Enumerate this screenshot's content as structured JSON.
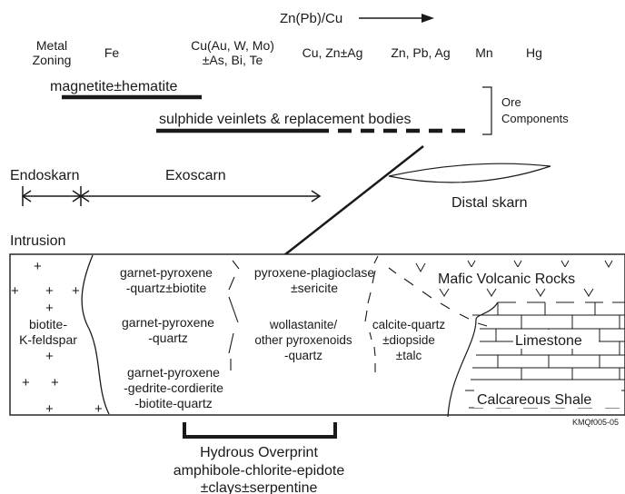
{
  "zoning": {
    "trend_label": "Zn(Pb)/Cu",
    "heading_line1": "Metal",
    "heading_line2": "Zoning",
    "fe": "Fe",
    "cu_group_line1": "Cu(Au, W, Mo)",
    "cu_group_line2": "±As, Bi, Te",
    "cu_zn_ag": "Cu, Zn±Ag",
    "zn_pb_ag": "Zn, Pb, Ag",
    "mn": "Mn",
    "hg": "Hg"
  },
  "ore": {
    "magnetite": "magnetite±hematite",
    "sulphide": "sulphide veinlets & replacement bodies",
    "components_line1": "Ore",
    "components_line2": "Components"
  },
  "zones": {
    "endoskarn": "Endoskarn",
    "exoscarn": "Exoscarn",
    "distal": "Distal skarn",
    "intrusion": "Intrusion"
  },
  "section": {
    "intrusion_l1": "biotite-",
    "intrusion_l2": "K-feldspar",
    "gp_qb_l1": "garnet-pyroxene",
    "gp_qb_l2": "-quartz±biotite",
    "gp_q_l1": "garnet-pyroxene",
    "gp_q_l2": "-quartz",
    "gp_gcb_l1": "garnet-pyroxene",
    "gp_gcb_l2": "-gedrite-cordierite",
    "gp_gcb_l3": "-biotite-quartz",
    "pp_l1": "pyroxene-plagioclase",
    "pp_l2": "±sericite",
    "wo_l1": "wollastanite/",
    "wo_l2": "other pyroxenoids",
    "wo_l3": "-quartz",
    "cq_l1": "calcite-quartz",
    "cq_l2": "±diopside",
    "cq_l3": "±talc",
    "mafic": "Mafic Volcanic Rocks",
    "limestone": "Limestone",
    "shale": "Calcareous Shale",
    "code": "KMQf005-05"
  },
  "overprint": {
    "l1": "Hydrous Overprint",
    "l2": "amphibole-chlorite-epidote",
    "l3": "±clays±serpentine"
  }
}
